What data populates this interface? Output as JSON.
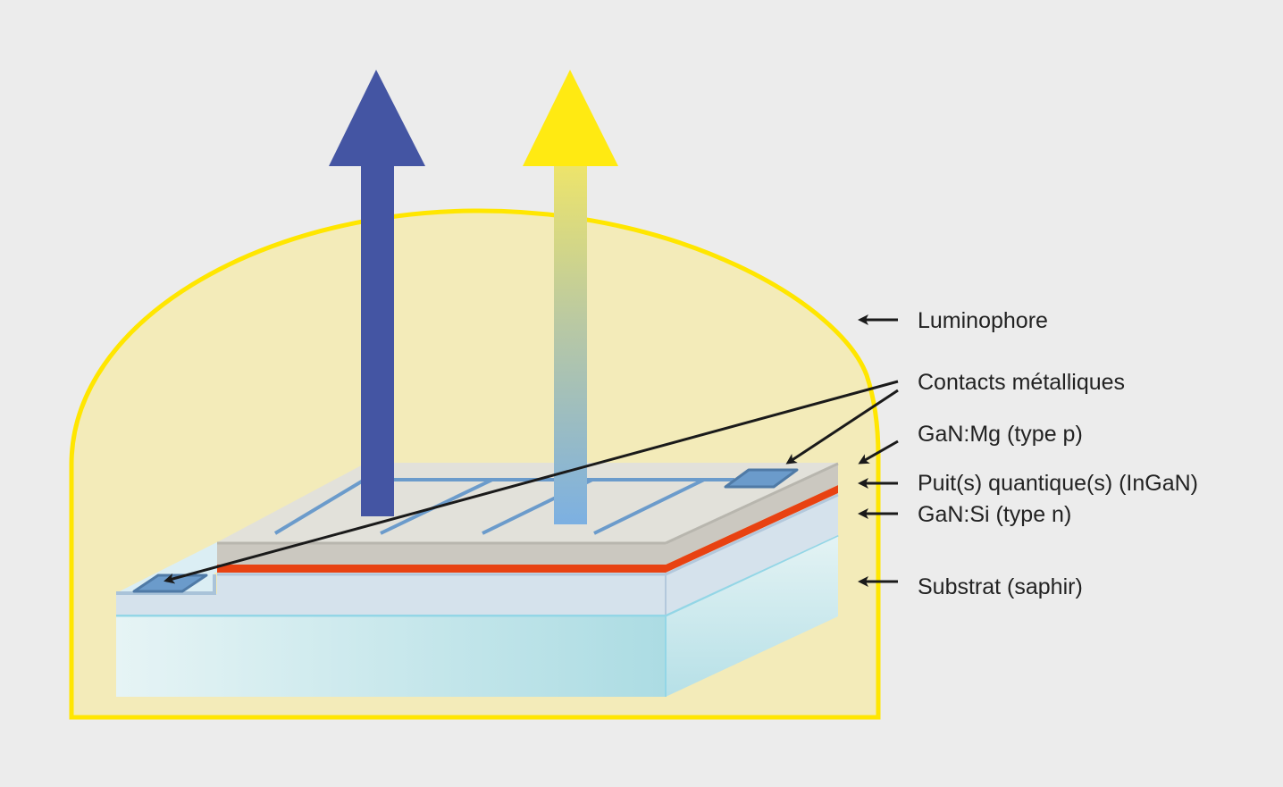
{
  "labels": {
    "luminophore": "Luminophore",
    "contacts": "Contacts métalliques",
    "p_layer": "GaN:Mg (type p)",
    "quantum_well": "Puit(s) quantique(s) (InGaN)",
    "n_layer": "GaN:Si (type n)",
    "substrate": "Substrat (saphir)"
  },
  "colors": {
    "background": "#ececec",
    "dome_fill": "#f3ebb9",
    "dome_stroke": "#ffe600",
    "blue_light": "#4455a3",
    "yellow_light": "#ffea12",
    "p_layer": "#e2e1da",
    "p_layer_side": "#cbc8c0",
    "quantum_well": "#e84212",
    "n_layer": "#d5e2ec",
    "substrate": "#bfe4ea",
    "contact": "#6b9bcb",
    "annotation": "#1a1a1a"
  }
}
